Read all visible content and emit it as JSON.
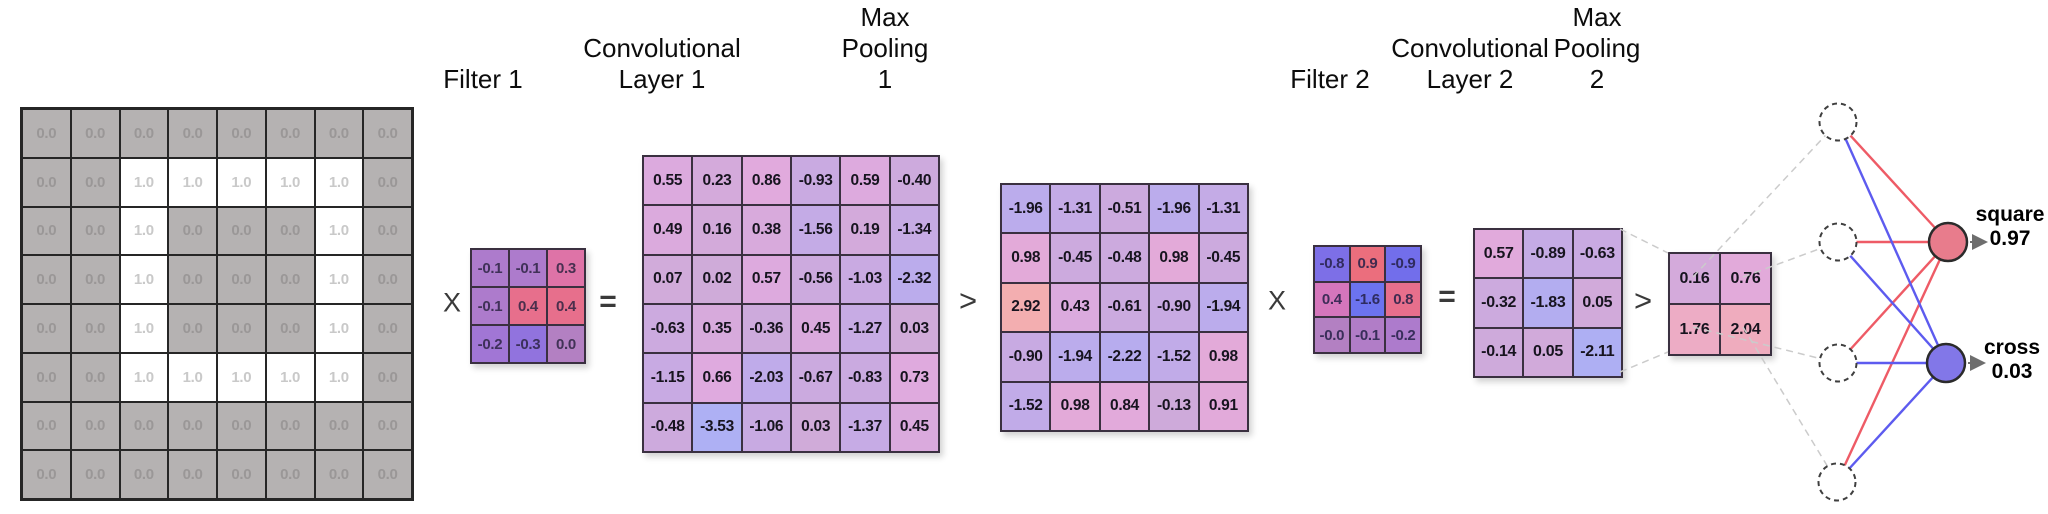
{
  "headers": {
    "filter1": "Filter 1",
    "conv1": "Convolutional\nLayer 1",
    "pool1": "Max\nPooling\n1",
    "filter2": "Filter 2",
    "conv2": "Convolutional\nLayer 2",
    "pool2": "Max\nPooling\n2"
  },
  "operators": {
    "multiply1": "X",
    "equals1": "=",
    "greater1": ">",
    "multiply2": "X",
    "equals2": "=",
    "greater2": ">"
  },
  "matrices": {
    "input": {
      "values": [
        [
          "0.0",
          "0.0",
          "0.0",
          "0.0",
          "0.0",
          "0.0",
          "0.0",
          "0.0"
        ],
        [
          "0.0",
          "0.0",
          "1.0",
          "1.0",
          "1.0",
          "1.0",
          "1.0",
          "0.0"
        ],
        [
          "0.0",
          "0.0",
          "1.0",
          "0.0",
          "0.0",
          "0.0",
          "1.0",
          "0.0"
        ],
        [
          "0.0",
          "0.0",
          "1.0",
          "0.0",
          "0.0",
          "0.0",
          "1.0",
          "0.0"
        ],
        [
          "0.0",
          "0.0",
          "1.0",
          "0.0",
          "0.0",
          "0.0",
          "1.0",
          "0.0"
        ],
        [
          "0.0",
          "0.0",
          "1.0",
          "1.0",
          "1.0",
          "1.0",
          "1.0",
          "0.0"
        ],
        [
          "0.0",
          "0.0",
          "0.0",
          "0.0",
          "0.0",
          "0.0",
          "0.0",
          "0.0"
        ],
        [
          "0.0",
          "0.0",
          "0.0",
          "0.0",
          "0.0",
          "0.0",
          "0.0",
          "0.0"
        ]
      ]
    },
    "filter1": {
      "color_scale": 0.5,
      "values": [
        [
          "-0.1",
          "-0.1",
          "0.3"
        ],
        [
          "-0.1",
          "0.4",
          "0.4"
        ],
        [
          "-0.2",
          "-0.3",
          "0.0"
        ]
      ]
    },
    "conv1": {
      "color_scale": 3.6,
      "values": [
        [
          "0.55",
          "0.23",
          "0.86",
          "-0.93",
          "0.59",
          "-0.40"
        ],
        [
          "0.49",
          "0.16",
          "0.38",
          "-1.56",
          "0.19",
          "-1.34"
        ],
        [
          "0.07",
          "0.02",
          "0.57",
          "-0.56",
          "-1.03",
          "-2.32"
        ],
        [
          "-0.63",
          "0.35",
          "-0.36",
          "0.45",
          "-1.27",
          "0.03"
        ],
        [
          "-1.15",
          "0.66",
          "-2.03",
          "-0.67",
          "-0.83",
          "0.73"
        ],
        [
          "-0.48",
          "-3.53",
          "-1.06",
          "0.03",
          "-1.37",
          "0.45"
        ]
      ]
    },
    "pool1": {
      "color_scale": 3.0,
      "values": [
        [
          "-1.96",
          "-1.31",
          "-0.51",
          "-1.96",
          "-1.31"
        ],
        [
          "0.98",
          "-0.45",
          "-0.48",
          "0.98",
          "-0.45"
        ],
        [
          "2.92",
          "0.43",
          "-0.61",
          "-0.90",
          "-1.94"
        ],
        [
          "-0.90",
          "-1.94",
          "-2.22",
          "-1.52",
          "0.98"
        ],
        [
          "-1.52",
          "0.98",
          "0.84",
          "-0.13",
          "0.91"
        ]
      ]
    },
    "filter2": {
      "color_scale": 1.0,
      "values": [
        [
          "-0.8",
          "0.9",
          "-0.9"
        ],
        [
          "0.4",
          "-1.6",
          "0.8"
        ],
        [
          "-0.0",
          "-0.1",
          "-0.2"
        ]
      ]
    },
    "conv2": {
      "color_scale": 2.2,
      "values": [
        [
          "0.57",
          "-0.89",
          "-0.63"
        ],
        [
          "-0.32",
          "-1.83",
          "0.05"
        ],
        [
          "-0.14",
          "0.05",
          "-2.11"
        ]
      ]
    },
    "pool2": {
      "color_scale": 2.6,
      "values": [
        [
          "0.16",
          "0.76"
        ],
        [
          "1.76",
          "2.04"
        ]
      ]
    }
  },
  "outputs": {
    "square": {
      "label": "square",
      "value": "0.97",
      "color": "#e87c8c"
    },
    "cross": {
      "label": "cross",
      "value": "0.03",
      "color": "#8277e8"
    }
  },
  "edge_colors": {
    "to_square": "#ee5b66",
    "to_cross": "#5d5bef"
  }
}
